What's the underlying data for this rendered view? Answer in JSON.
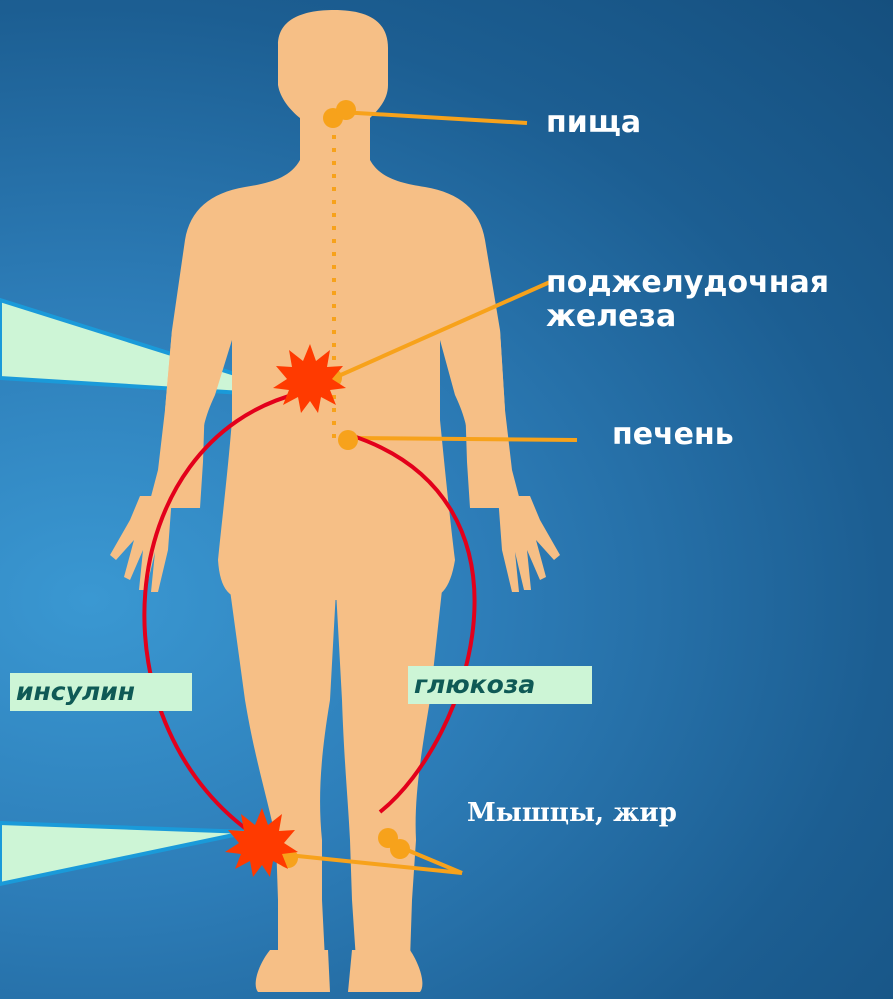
{
  "labels": {
    "food": "пища",
    "pancreas": "поджелудочная железа",
    "liver": "печень",
    "muscle_fat": "Мышцы, жир",
    "insulin": "инсулин",
    "glucose": "глюкоза"
  },
  "colors": {
    "body": "#f6bf86",
    "connector": "#f7a21b",
    "cycle": "#e3001b",
    "burst": "#ff3a00",
    "callout_fill": "#cdf5d6",
    "callout_edge": "#1a9ad9",
    "tag_text": "#0f5a56"
  }
}
